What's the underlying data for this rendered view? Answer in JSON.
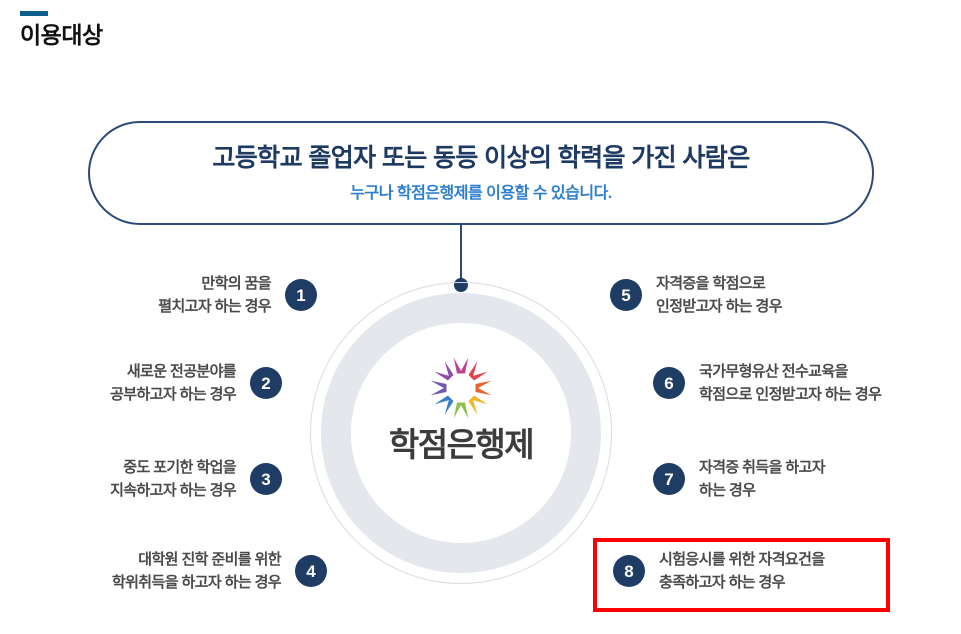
{
  "section": {
    "title": "이용대상",
    "accent_color": "#0b5e8e"
  },
  "banner": {
    "line1": "고등학교 졸업자 또는 동등 이상의 학력을 가진 사람은",
    "line2": "누구나 학점은행제를 이용할 수 있습니다.",
    "line1_color": "#1e3a63",
    "line2_color": "#2f7fd0",
    "border_color": "#2b4a78"
  },
  "center": {
    "logo_word": "학점은행제",
    "logo_word_color": "#3c3c3c",
    "ring_color": "#e4e7ec",
    "ring_outline_color": "#d7dbe3",
    "petal_colors": [
      "#c0418f",
      "#8e4ea8",
      "#6f59b0",
      "#3a7ec4",
      "#8cc04a",
      "#f0b429",
      "#e8622c",
      "#e0434c"
    ]
  },
  "badge_color": "#1f3c64",
  "highlight": {
    "color": "#ff0000",
    "target_item": "8"
  },
  "items_left": [
    {
      "number": "1",
      "line1": "만학의 꿈을",
      "line2": "펼치고자 하는 경우"
    },
    {
      "number": "2",
      "line1": "새로운 전공분야를",
      "line2": "공부하고자 하는 경우"
    },
    {
      "number": "3",
      "line1": "중도 포기한 학업을",
      "line2": "지속하고자 하는 경우"
    },
    {
      "number": "4",
      "line1": "대학원 진학 준비를 위한",
      "line2": "학위취득을 하고자 하는 경우"
    }
  ],
  "items_right": [
    {
      "number": "5",
      "line1": "자격증을 학점으로",
      "line2": "인정받고자 하는 경우"
    },
    {
      "number": "6",
      "line1": "국가무형유산 전수교육을",
      "line2": "학점으로 인정받고자 하는 경우"
    },
    {
      "number": "7",
      "line1": "자격증 취득을 하고자",
      "line2": "하는 경우"
    },
    {
      "number": "8",
      "line1": "시험응시를 위한 자격요건을",
      "line2": "충족하고자 하는 경우"
    }
  ]
}
